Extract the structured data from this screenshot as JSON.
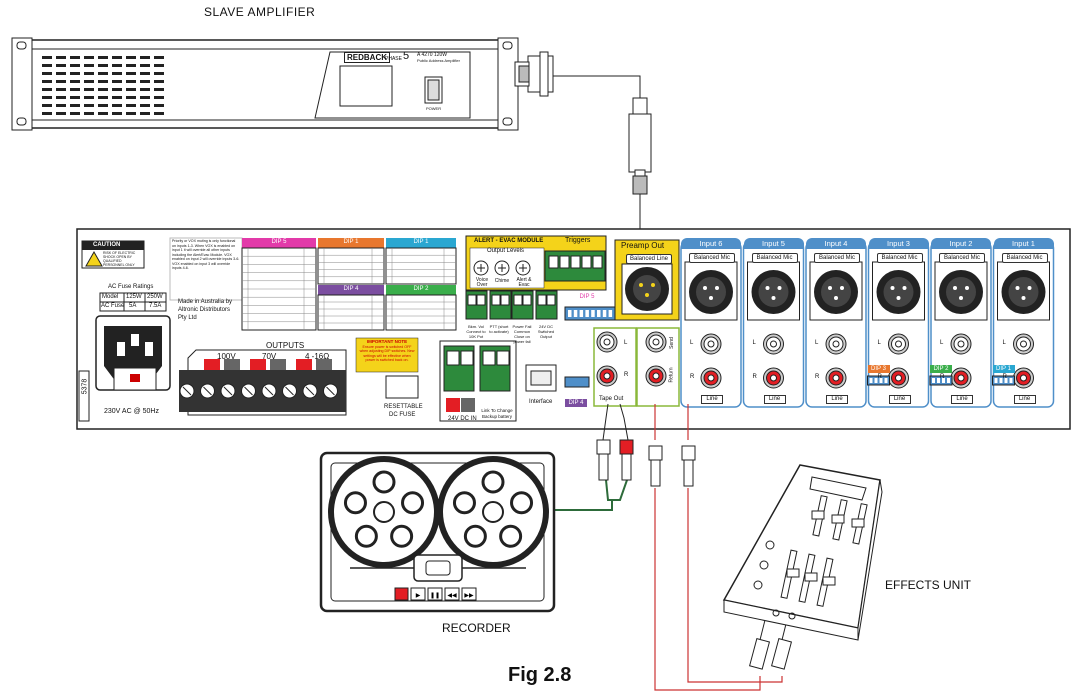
{
  "figure": {
    "label": "Fig 2.8"
  },
  "slave_amplifier": {
    "title": "SLAVE AMPLIFIER",
    "brand": "REDBACK",
    "phase": "PHASE",
    "phase_num": "5",
    "model": "A 4270 120W",
    "model_sub": "Public Address Amplifier",
    "power": "POWER"
  },
  "recorder": {
    "title": "RECORDER"
  },
  "effects_unit": {
    "title": "EFFECTS UNIT"
  },
  "amp_panel": {
    "caution_title": "CAUTION",
    "caution_text": "RISK OF ELECTRIC SHOCK OPEN BY QUALIFIED PERSONNEL ONLY",
    "fuse_title": "AC Fuse Ratings",
    "fuse_model": "Model",
    "fuse_125": "125W",
    "fuse_250": "250W",
    "fuse_label": "AC Fuse",
    "fuse_5a": "5A",
    "fuse_75a": "7.5A",
    "made_in": "Made in Australia by Altronic Distributors Pty Ltd",
    "ac_label": "230V AC @ 50Hz",
    "side_code": "5378",
    "outputs_label": "OUTPUTS",
    "out_100v": "100V",
    "out_70v": "70V",
    "out_4_16": "4 -16Ω",
    "resettable": "RESETTABLE",
    "dc_fuse": "DC FUSE",
    "dc_in": "24V DC IN",
    "link_change": "Link To Change Backup battery",
    "interface": "Interface",
    "tape_out": "Tape Out",
    "send": "Send",
    "return": "Return",
    "preamp_out": "Preamp Out",
    "balanced_line": "Balanced Line",
    "alert_title": "ALERT - EVAC MODULE",
    "output_levels": "Output Levels",
    "voice_over": "Voice Over",
    "chime": "Chime",
    "alert_evac": "Alert & Evac",
    "triggers": "Triggers",
    "important_title": "IMPORTANT NOTE",
    "important_text": "Ensure power is switched OFF when adjusting DIP switches. New settings will be effective when power is switched back on.",
    "dip5": "DIP 5",
    "dip1": "DIP 1",
    "dip4": "DIP 4",
    "dip2": "DIP 2",
    "dip3": "DIP 3",
    "note_text": "Priority or VOX muting is only functional on inputs 1-3. When VOX is enabled on input 1 it will override all other inputs including the Alert/Evac Module. VOX enabled on input 2 will override inputs 3-6. VOX enabled on input 3 will override inputs 4-6.",
    "bkg_vol": "Bkm. Vol Connect to 10K Pot",
    "ptt": "PTT (short to activate)",
    "power_fail": "Power Fail Common Close on power fail",
    "dc_switched": "24V DC Switched Output",
    "L": "L",
    "R": "R",
    "line": "Line",
    "balanced_mic": "Balanced Mic",
    "inputs": [
      "Input 6",
      "Input 5",
      "Input 4",
      "Input 3",
      "Input 2",
      "Input 1"
    ]
  }
}
